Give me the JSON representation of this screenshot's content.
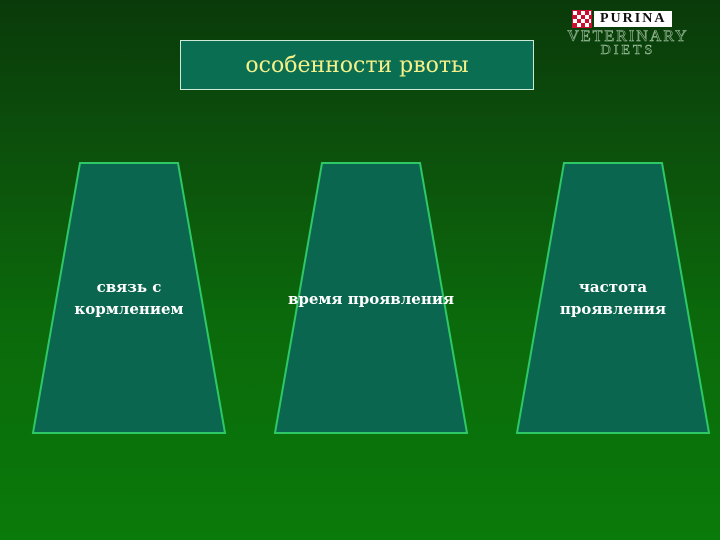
{
  "logo": {
    "brand": "PURINA",
    "line1": "VETERINARY",
    "line2": "DIETS"
  },
  "title": "особенности  рвоты",
  "boxes": [
    {
      "label": "связь с кормлением"
    },
    {
      "label": "время проявления"
    },
    {
      "label": "частота проявления"
    }
  ],
  "colors": {
    "shape_fill": "#0b6650",
    "shape_stroke": "#2ec866",
    "title_text": "#f5f08a"
  }
}
